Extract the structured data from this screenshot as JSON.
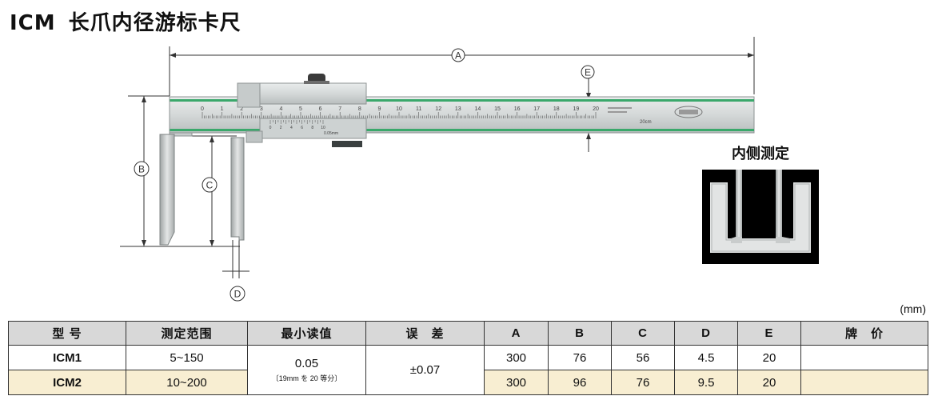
{
  "title": {
    "model": "ICM",
    "name": "长爪内径游标卡尺"
  },
  "dimension_labels": [
    "A",
    "B",
    "C",
    "D",
    "E"
  ],
  "scale": {
    "main_numbers": [
      "0",
      "1",
      "2",
      "3",
      "4",
      "5",
      "6",
      "7",
      "8",
      "9",
      "10",
      "11",
      "12",
      "13",
      "14",
      "15",
      "16",
      "17",
      "18",
      "19",
      "20"
    ],
    "end_label": "20cm",
    "vernier_numbers": [
      "0",
      "2",
      "4",
      "6",
      "8",
      "10"
    ],
    "vernier_unit": "0.05mm"
  },
  "inner_measure_label": "内侧测定",
  "unit_label": "(mm)",
  "table": {
    "headers": [
      "型 号",
      "测定范围",
      "最小读值",
      "误　差",
      "A",
      "B",
      "C",
      "D",
      "E",
      "牌　价"
    ],
    "rows": [
      {
        "model": "ICM1",
        "range": "5~150",
        "A": "300",
        "B": "76",
        "C": "56",
        "D": "4.5",
        "E": "20",
        "price": ""
      },
      {
        "model": "ICM2",
        "range": "10~200",
        "A": "300",
        "B": "96",
        "C": "76",
        "D": "9.5",
        "E": "20",
        "price": ""
      }
    ],
    "resolution": "0.05",
    "resolution_note": "〔19mm を 20 等分〕",
    "error": "±0.07"
  }
}
